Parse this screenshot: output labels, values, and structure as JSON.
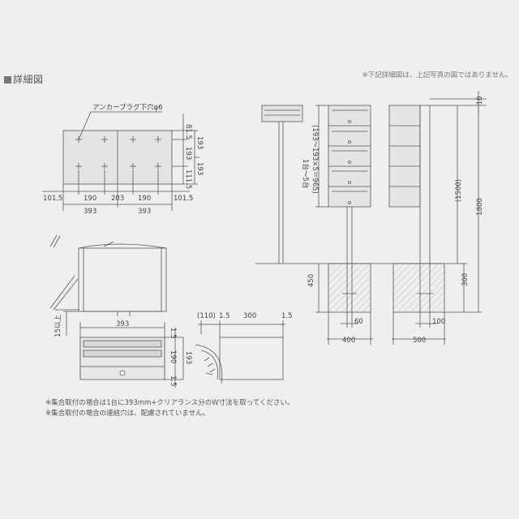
{
  "header": {
    "title": "詳細図",
    "top_note": "※下記詳細図は、上記写真の図ではありません。"
  },
  "notes": [
    "※集合取付の場合は1台に393mm+クリアランス分のW寸法を取ってください。",
    "※集合取付の場合の連結穴は、配慮されていません。"
  ],
  "anchor": {
    "label": "アンカープラグ下穴φ6",
    "dims_bottom": [
      "101.5",
      "190",
      "203",
      "190",
      "101.5"
    ],
    "dims_total": [
      "393",
      "393"
    ],
    "dims_right_inner": [
      "81.5",
      "193",
      "111.5"
    ],
    "dims_right_outer": [
      "193",
      "193"
    ]
  },
  "front": {
    "side_label": "15以上",
    "width": "393",
    "dims_right": [
      "1.5",
      "190",
      "1.5"
    ],
    "dim_total": "193"
  },
  "side": {
    "dims_top": [
      "(110)",
      "1.5",
      "300",
      "1.5"
    ]
  },
  "stand": {
    "stack_label": "1台～5台",
    "stack_calc": "(193～193×5＝965)",
    "dim_450": "450",
    "dim_60": "60",
    "dim_400": "400",
    "dim_10": "10",
    "dim_1500": "(1500)",
    "dim_1800": "1800",
    "dim_300": "300",
    "dim_100": "100",
    "dim_500": "500"
  }
}
